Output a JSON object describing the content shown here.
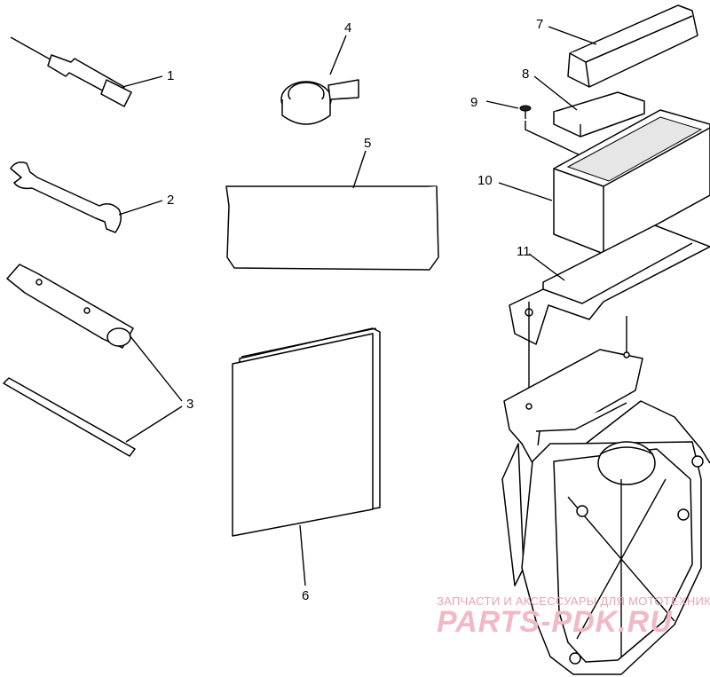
{
  "callouts": [
    "1",
    "2",
    "3",
    "4",
    "5",
    "6",
    "7",
    "8",
    "9",
    "10",
    "11"
  ],
  "watermark": {
    "line1": "ЗАПЧАСТИ И АКСЕССУАРЫ ДЛЯ МОТОТЕХНИКИ",
    "line2": "PARTS-PDK.RU"
  },
  "colors": {
    "ink": "#000000",
    "watermark": "#f2b8c6"
  }
}
